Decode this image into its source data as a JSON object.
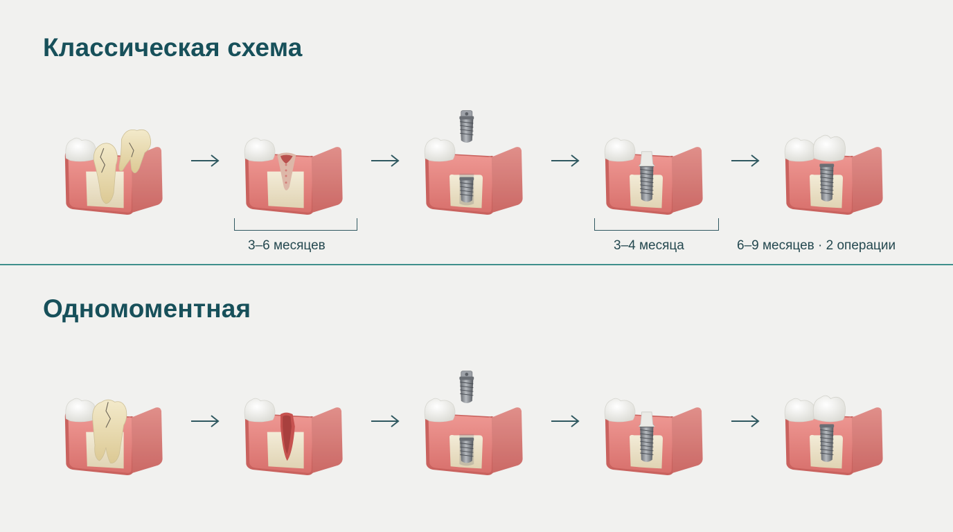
{
  "classic": {
    "title": "Классическая схема",
    "stages": [
      "extraction",
      "healing-socket",
      "implant-placement",
      "abutment",
      "crown"
    ],
    "durations": [
      {
        "label": "3–6 месяцев"
      },
      {
        "label": "3–4 месяца"
      }
    ],
    "summary": "6–9 месяцев · 2 операции"
  },
  "immediate": {
    "title": "Одномоментная",
    "stages": [
      "cracked-tooth",
      "fresh-socket",
      "implant-placement",
      "abutment",
      "crown"
    ]
  },
  "colors": {
    "title": "#17505a",
    "divider": "#3f8f8b",
    "gum": "#e4837e",
    "bone": "#ece3cb",
    "tooth": "#fbfbf8",
    "implant": "#8c9096",
    "arrow": "#2f5860"
  },
  "icons": {
    "arrow": "right-arrow-icon"
  }
}
